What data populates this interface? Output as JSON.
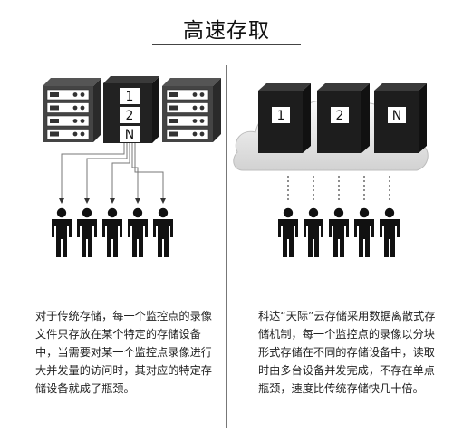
{
  "header": {
    "title": "高速存取"
  },
  "left_panel": {
    "center_server_labels": [
      "1",
      "2",
      "N"
    ],
    "description": "对于传统存储，每一个监控点的录像文件只存放在某个特定的存储设备中，当需要对某一个监控点录像进行大并发量的访问时，其对应的特定存储设备就成了瓶颈。"
  },
  "right_panel": {
    "server_labels": [
      "1",
      "2",
      "N"
    ],
    "description": "科达“天际”云存储采用数据离散式存储机制，每一个监控点的录像以分块形式存储在不同的存储设备中，读取时由多台设备并发完成，不存在单点瓶颈，速度比传统存储快几十倍。"
  }
}
